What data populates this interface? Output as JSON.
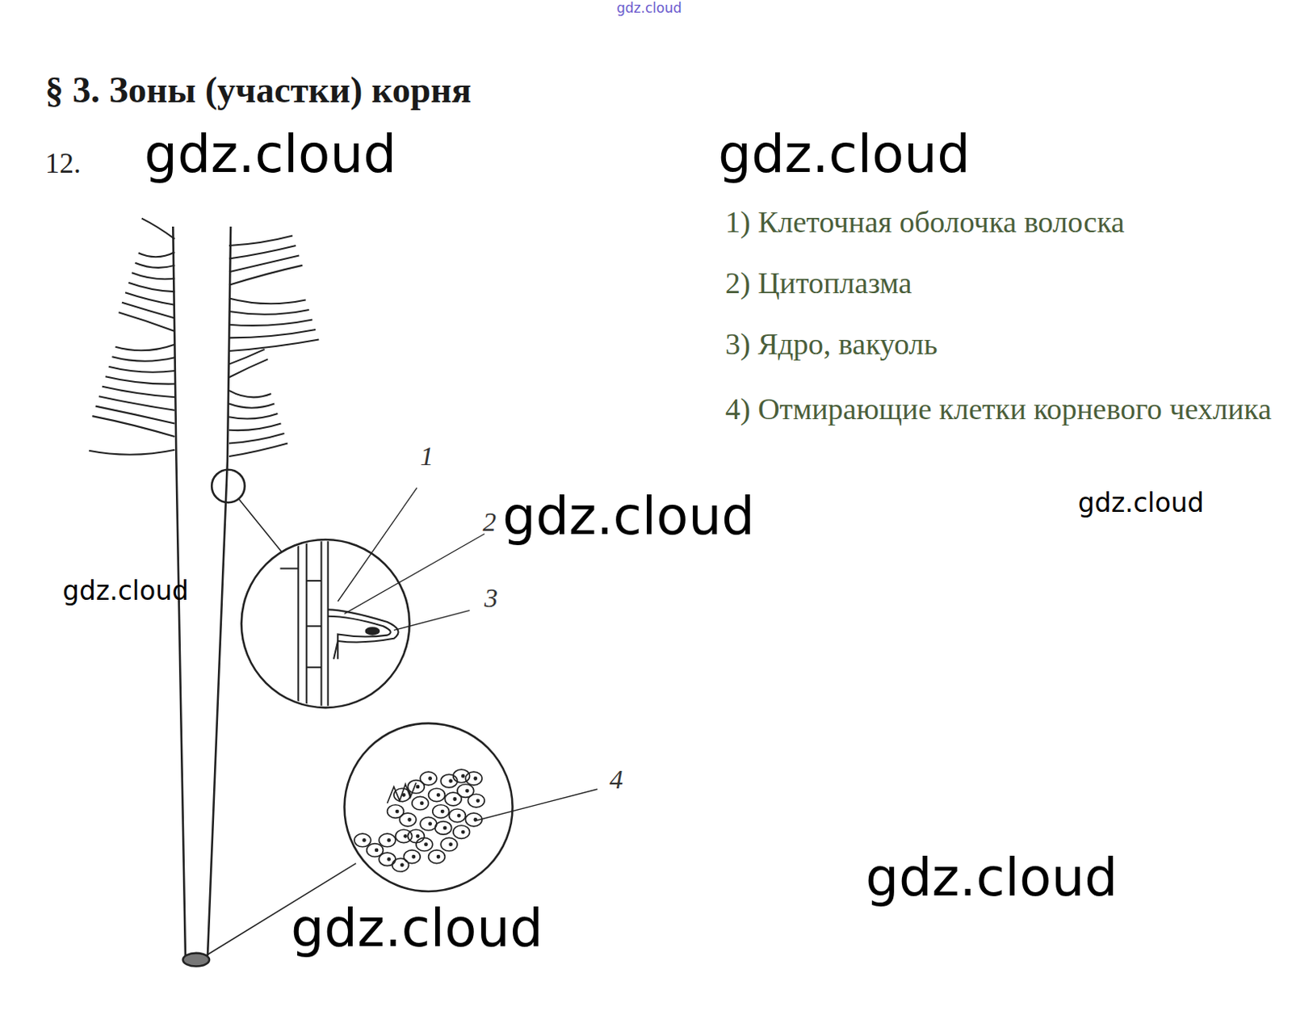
{
  "diagram": {
    "title": "§ 3. Зоны (участки) корня",
    "labels": [
      "12.",
      "1) Клеточная оболочка волоска",
      "2) Цитоплазма",
      "3) Ядро, вакуоль",
      "4) Отмирающие клетки корневого чехлика",
      "1",
      "2",
      "3",
      "4",
      "gdz.cloud",
      "gdz.cloud",
      "gdz.cloud",
      "gdz.cloud",
      "gdz.cloud",
      "gdz.cloud",
      "gdz.cloud",
      "gdz.cloud"
    ]
  }
}
